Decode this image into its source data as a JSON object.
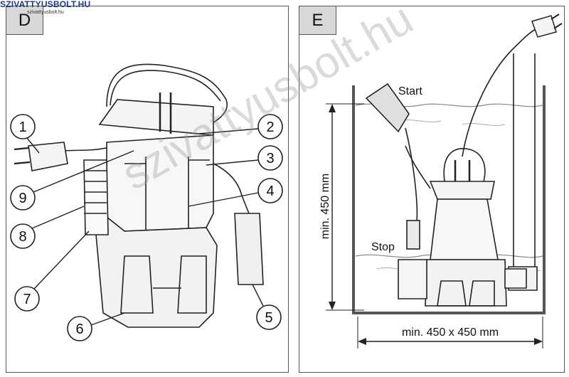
{
  "logo": {
    "text": "SZIVATTYUSBOLT.HU",
    "sub": "szivattyusbolt.hu"
  },
  "watermark": "szivattyusbolt.hu",
  "panel_d": {
    "tag": "D",
    "callouts": [
      "1",
      "2",
      "3",
      "4",
      "5",
      "6",
      "7",
      "8",
      "9"
    ]
  },
  "panel_e": {
    "tag": "E",
    "start_label": "Start",
    "stop_label": "Stop",
    "height_label": "min. 450 mm",
    "width_label": "min. 450 x 450 mm"
  }
}
